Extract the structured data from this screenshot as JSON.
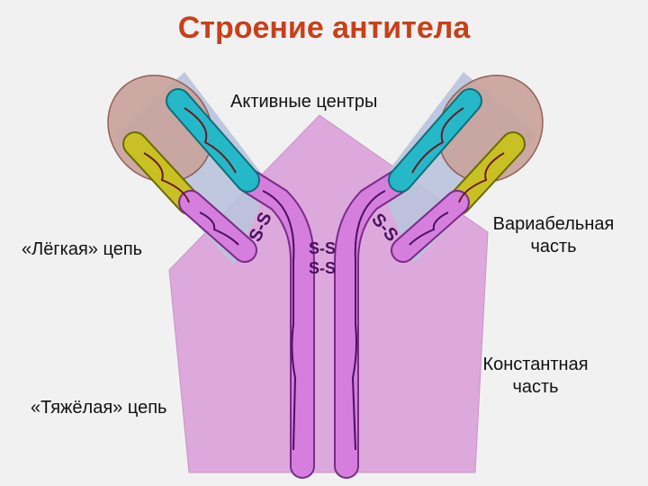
{
  "title": "Строение антитела",
  "labels": {
    "active_centers": "Активные центры",
    "light_chain": "«Лёгкая» цепь",
    "heavy_chain": "«Тяжёлая» цепь",
    "variable_part_line1": "Вариабельная",
    "variable_part_line2": "часть",
    "constant_part_line1": "Константная",
    "constant_part_line2": "часть",
    "ss_left": "S-S",
    "ss_right": "S-S",
    "ss_center_1": "S-S",
    "ss_center_2": "S-S"
  },
  "colors": {
    "title": "#c8401a",
    "constant_region": "#dda8dc",
    "variable_region": "#b9c3dc",
    "heavy_chain": "#d57ede",
    "heavy_variable": "#25b8c8",
    "light_chain": "#c9c023",
    "active_center": "#c9a39b"
  }
}
